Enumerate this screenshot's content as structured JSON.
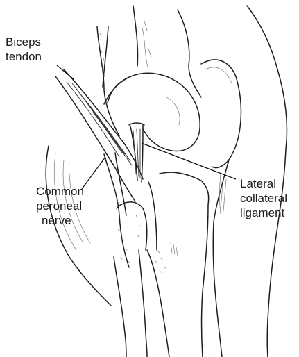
{
  "labels": {
    "biceps_tendon": [
      "Biceps",
      "tendon"
    ],
    "common_peroneal_nerve": [
      "Common",
      "peroneal",
      "nerve"
    ],
    "lateral_collateral_ligament": [
      "Lateral",
      "collateral",
      "ligament"
    ]
  }
}
